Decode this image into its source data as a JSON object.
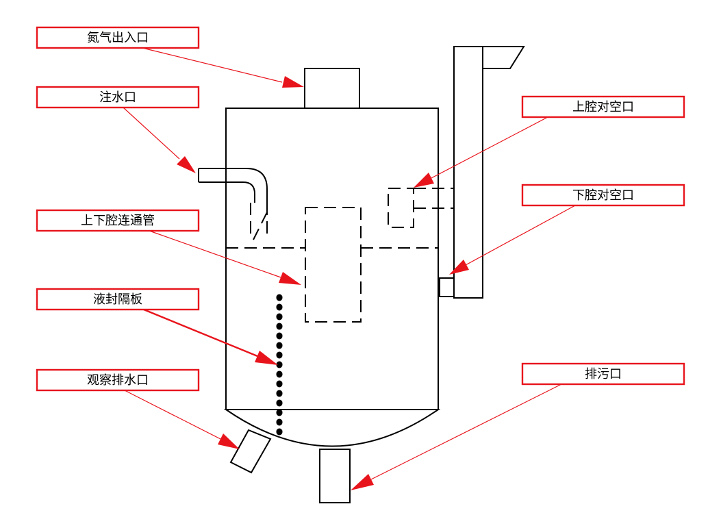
{
  "labels": {
    "nitrogen_port": "氮气出入口",
    "water_inlet": "注水口",
    "upper_vent": "上腔对空口",
    "lower_vent": "下腔对空口",
    "connecting_pipe": "上下腔连通管",
    "seal_plate": "液封隔板",
    "drain_observe": "观察排水口",
    "sewage_outlet": "排污口"
  },
  "colors": {
    "label_border": "#e8141c",
    "leader": "#e8141c",
    "outline": "#000000"
  }
}
